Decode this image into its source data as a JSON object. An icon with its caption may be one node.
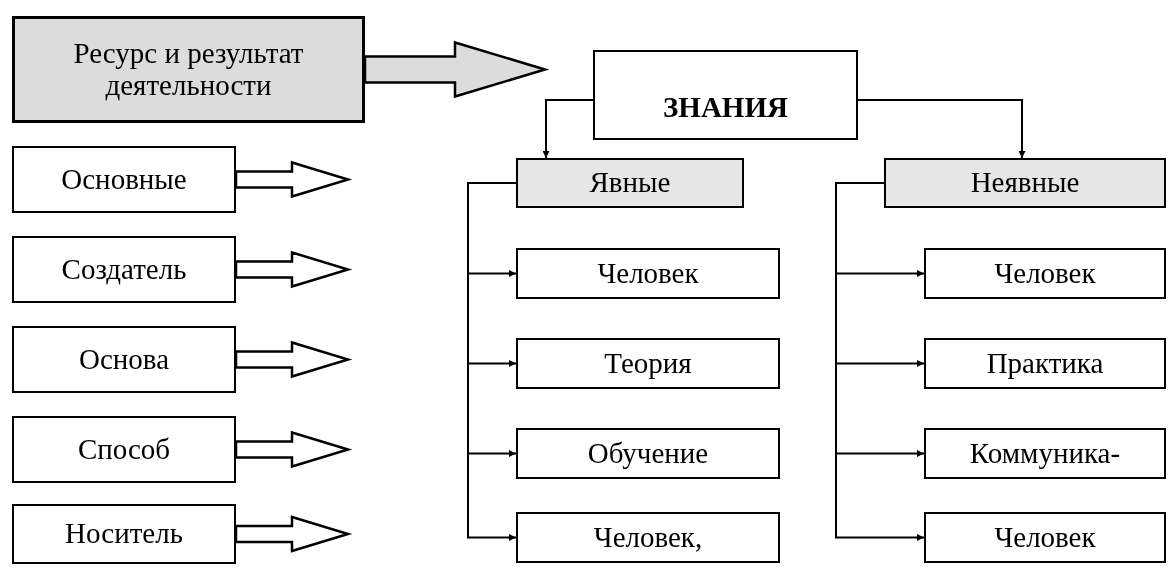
{
  "diagram": {
    "nodes": [
      {
        "text": [
          "Ресурс и результат деятельности"
        ]
      },
      {
        "text": [
          "Основные"
        ]
      },
      {
        "text": [
          "Создатель"
        ]
      },
      {
        "text": [
          "Основа"
        ]
      },
      {
        "text": [
          "Способ"
        ]
      },
      {
        "text": [
          "Носитель"
        ]
      },
      {
        "text": [
          "ЗНАНИЯ"
        ]
      },
      {
        "text": [
          "Явные"
        ]
      },
      {
        "text": [
          "Неявные"
        ]
      },
      {
        "text": [
          "Человек"
        ]
      },
      {
        "text": [
          "Теория"
        ]
      },
      {
        "text": [
          "Обучение"
        ]
      },
      {
        "text": [
          "Человек,"
        ]
      },
      {
        "text": [
          "Человек"
        ]
      },
      {
        "text": [
          "Практика"
        ]
      },
      {
        "text": [
          "Коммуника-"
        ]
      },
      {
        "text": [
          "Человек"
        ]
      }
    ],
    "edges": [
      {
        "from": 0,
        "to": null,
        "arrow": "to",
        "color": "#dcdcdc"
      },
      {
        "from": 1,
        "to": null,
        "arrow": "to"
      },
      {
        "from": 2,
        "to": null,
        "arrow": "to"
      },
      {
        "from": 3,
        "to": null,
        "arrow": "to"
      },
      {
        "from": 4,
        "to": null,
        "arrow": "to"
      },
      {
        "from": 5,
        "to": null,
        "arrow": "to"
      },
      {
        "from": 6,
        "to": 7,
        "arrow": "to"
      },
      {
        "from": 6,
        "to": 8,
        "arrow": "to"
      },
      {
        "from": 7,
        "to": 9,
        "arrow": "to"
      },
      {
        "from": 7,
        "to": 10,
        "arrow": "to"
      },
      {
        "from": 7,
        "to": 11,
        "arrow": "to"
      },
      {
        "from": 7,
        "to": 12,
        "arrow": "to"
      },
      {
        "from": 8,
        "to": 13,
        "arrow": "to"
      },
      {
        "from": 8,
        "to": 14,
        "arrow": "to"
      },
      {
        "from": 8,
        "to": 15,
        "arrow": "to"
      },
      {
        "from": 8,
        "to": 16,
        "arrow": "to"
      }
    ]
  }
}
